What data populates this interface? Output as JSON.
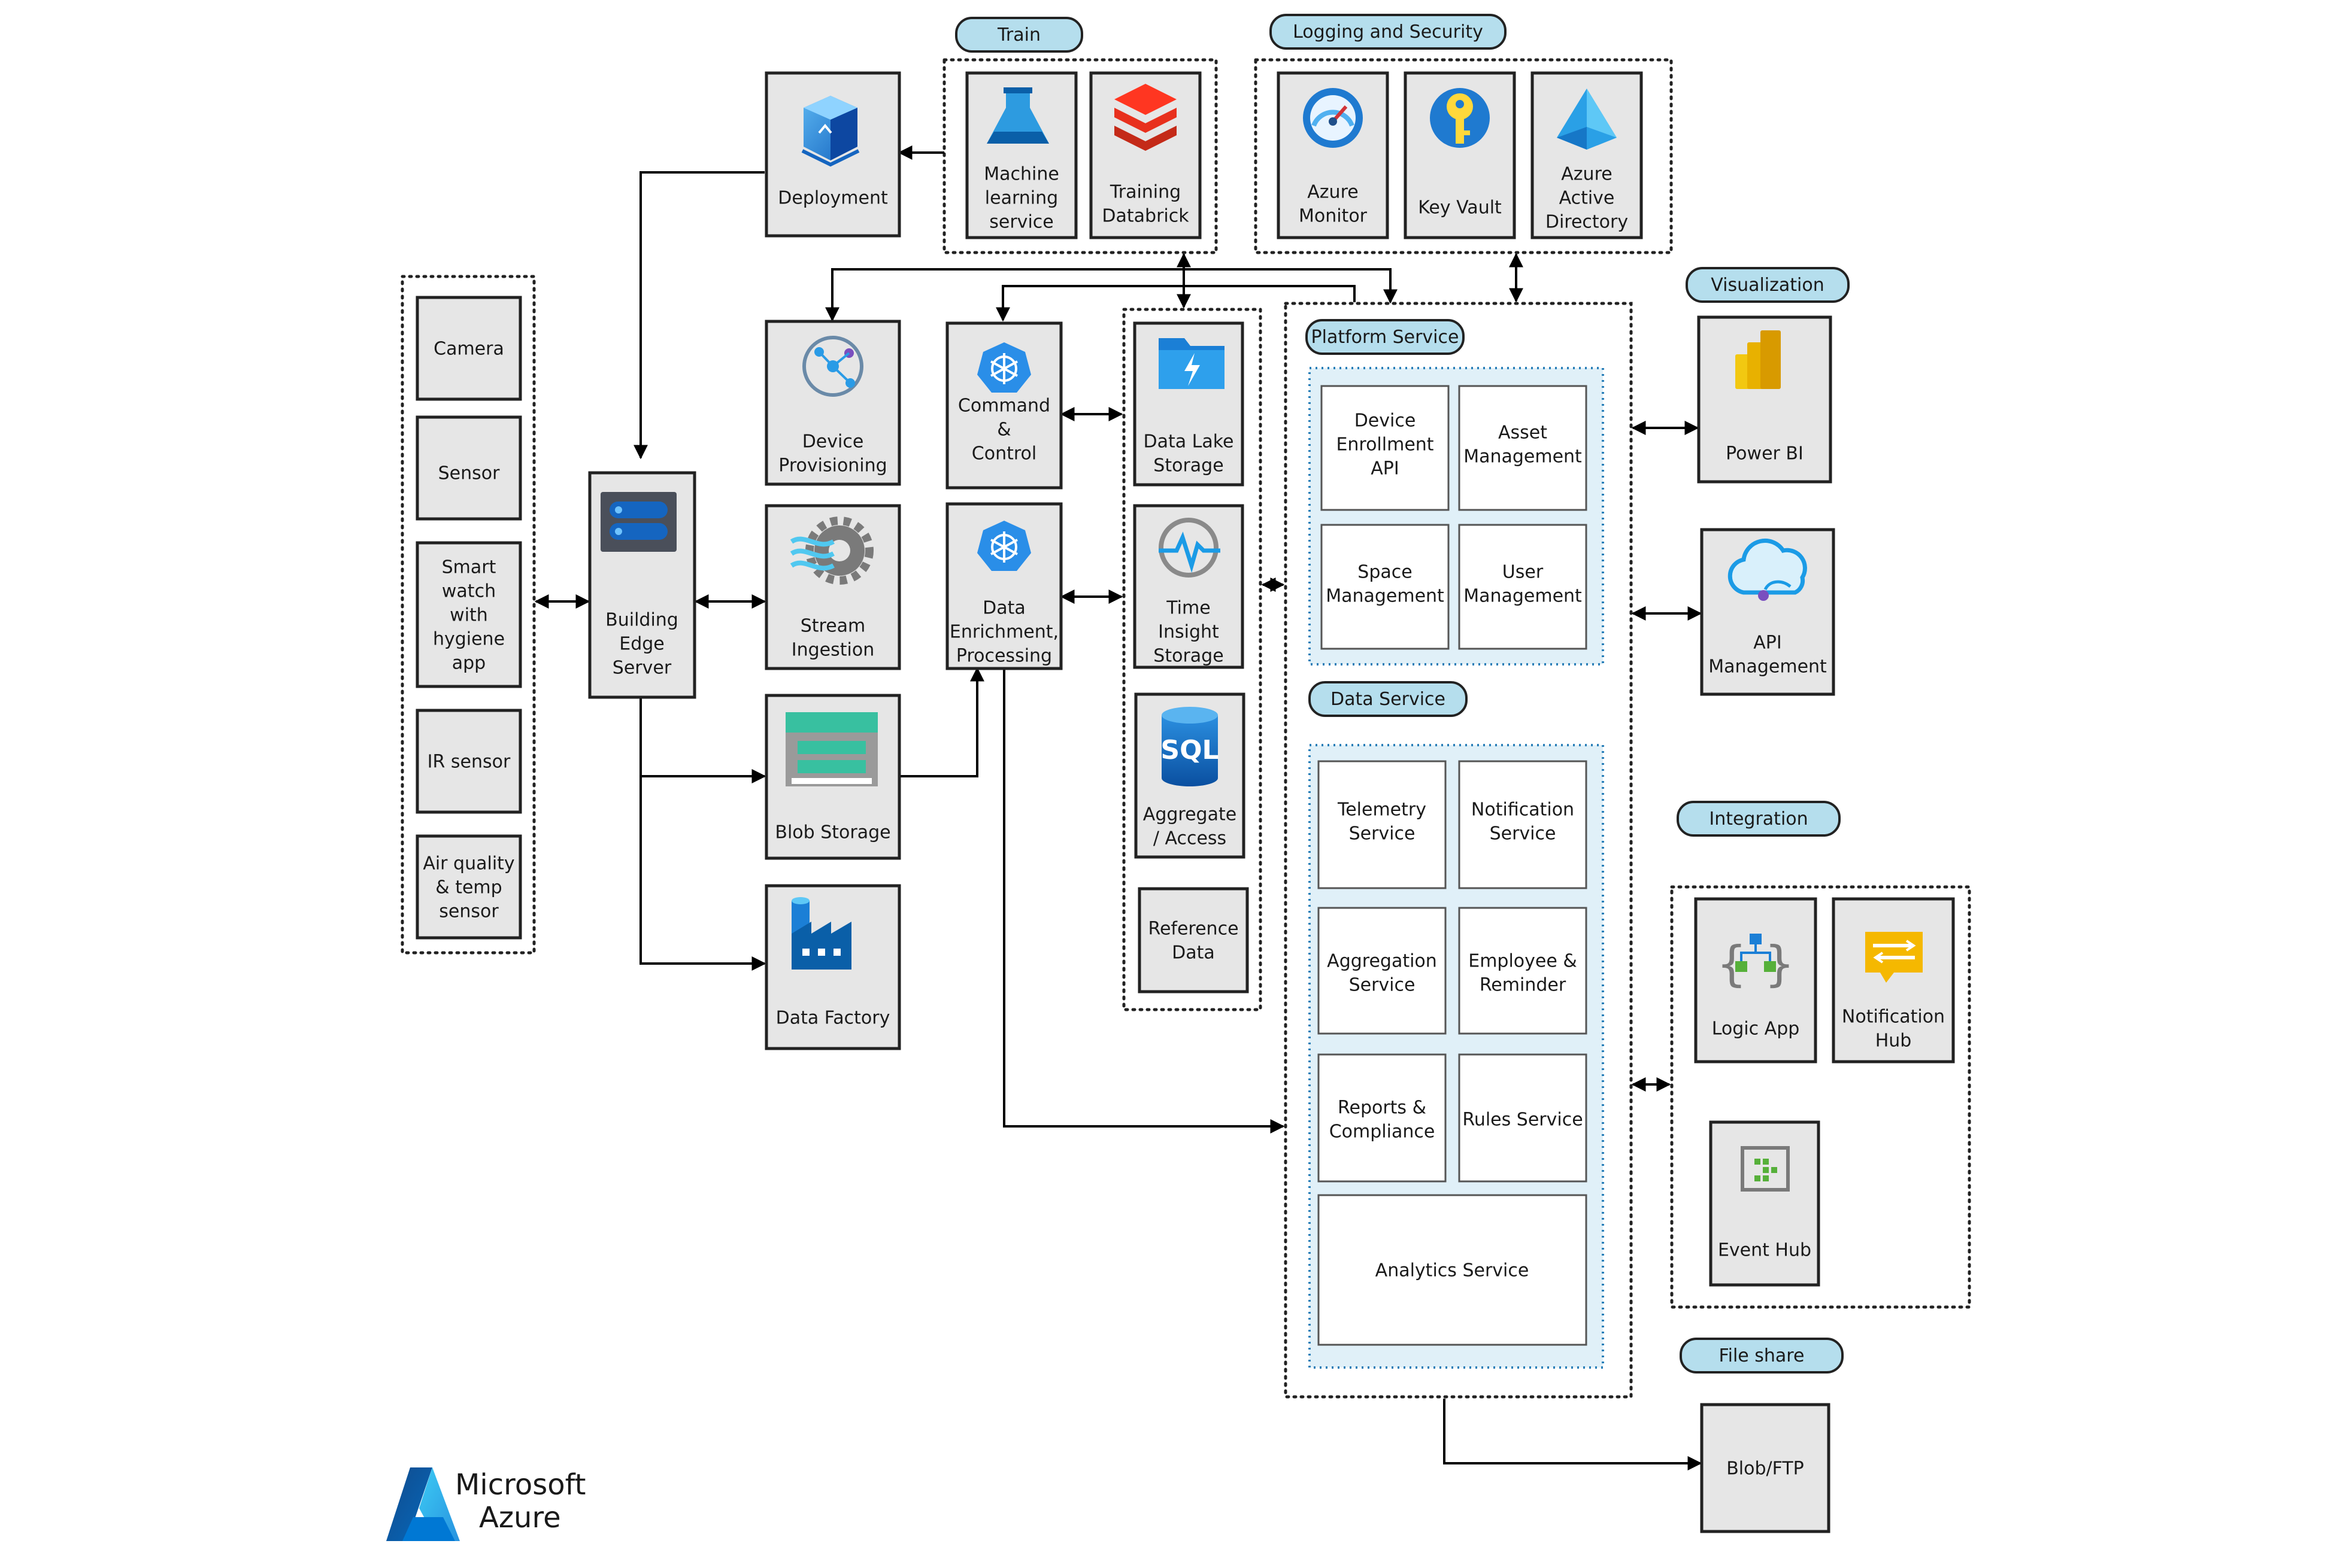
{
  "groups": {
    "train": "Train",
    "logging": "Logging and Security",
    "platform": "Platform Service",
    "data_service": "Data Service",
    "visualization": "Visualization",
    "integration": "Integration",
    "file_share": "File share"
  },
  "devices": {
    "camera": [
      "Camera"
    ],
    "sensor": [
      "Sensor"
    ],
    "smart_watch": [
      "Smart",
      "watch",
      "with",
      "hygiene",
      "app"
    ],
    "ir_sensor": [
      "IR sensor"
    ],
    "air_quality": [
      "Air quality",
      "& temp",
      "sensor"
    ]
  },
  "nodes": {
    "edge_server": [
      "Building",
      "Edge",
      "Server"
    ],
    "deployment": [
      "Deployment"
    ],
    "ml_service": [
      "Machine",
      "learning",
      "service"
    ],
    "training_databrick": [
      "Training",
      "Databrick"
    ],
    "azure_monitor": [
      "Azure",
      "Monitor"
    ],
    "key_vault": [
      "Key Vault"
    ],
    "active_directory": [
      "Azure",
      "Active",
      "Directory"
    ],
    "device_provisioning": [
      "Device",
      "Provisioning"
    ],
    "stream_ingestion": [
      "Stream",
      "Ingestion"
    ],
    "blob_storage": [
      "Blob Storage"
    ],
    "data_factory": [
      "Data Factory"
    ],
    "command_control": [
      "Command",
      "&",
      "Control"
    ],
    "data_enrichment": [
      "Data",
      "Enrichment,",
      "Processing"
    ],
    "data_lake": [
      "Data Lake",
      "Storage"
    ],
    "time_insight": [
      "Time",
      "Insight",
      "Storage"
    ],
    "sql_aggregate": [
      "Aggregate",
      "/ Access"
    ],
    "reference_data": [
      "Reference",
      "Data"
    ],
    "power_bi": [
      "Power BI"
    ],
    "api_management": [
      "API",
      "Management"
    ],
    "logic_app": [
      "Logic App"
    ],
    "notification_hub": [
      "Notification",
      "Hub"
    ],
    "event_hub": [
      "Event Hub"
    ],
    "blob_ftp": [
      "Blob/FTP"
    ]
  },
  "platform_services": {
    "device_enrollment": [
      "Device",
      "Enrollment",
      "API"
    ],
    "asset_management": [
      "Asset",
      "Management"
    ],
    "space_management": [
      "Space",
      "Management"
    ],
    "user_management": [
      "User",
      "Management"
    ]
  },
  "data_services": {
    "telemetry": [
      "Telemetry",
      "Service"
    ],
    "notification": [
      "Notification",
      "Service"
    ],
    "aggregation": [
      "Aggregation",
      "Service"
    ],
    "employee_reminder": [
      "Employee &",
      "Reminder"
    ],
    "reports_compliance": [
      "Reports &",
      "Compliance"
    ],
    "rules": [
      "Rules Service"
    ],
    "analytics": [
      "Analytics Service"
    ]
  },
  "brand": {
    "line1": "Microsoft",
    "line2": "Azure"
  },
  "icons": {
    "deployment": "deployment-cube-icon",
    "ml_service": "machine-learning-flask-icon",
    "training_databrick": "databricks-layers-icon",
    "azure_monitor": "gauge-icon",
    "key_vault": "key-icon",
    "active_directory": "active-directory-pyramid-icon",
    "edge_server": "server-icon",
    "device_provisioning": "provisioning-hub-icon",
    "stream_ingestion": "gear-wave-icon",
    "blob_storage": "blob-storage-icon",
    "data_factory": "factory-icon",
    "command_control": "kubernetes-helm-icon",
    "data_enrichment": "kubernetes-helm-icon",
    "data_lake": "folder-bolt-icon",
    "time_insight": "pulse-icon",
    "sql_aggregate": "sql-database-icon",
    "power_bi": "power-bi-bars-icon",
    "api_management": "cloud-api-icon",
    "logic_app": "logic-app-flow-icon",
    "notification_hub": "notification-hub-icon",
    "event_hub": "event-hub-icon",
    "brand": "azure-logo-icon"
  },
  "colors": {
    "node_fill": "#e6e6e6",
    "node_stroke": "#222222",
    "tag_fill": "#b5deed",
    "inner_fill": "#ffffff",
    "service_panel": "#e0f0f8",
    "azure_blue": "#0078d4",
    "arrow": "#000000"
  }
}
